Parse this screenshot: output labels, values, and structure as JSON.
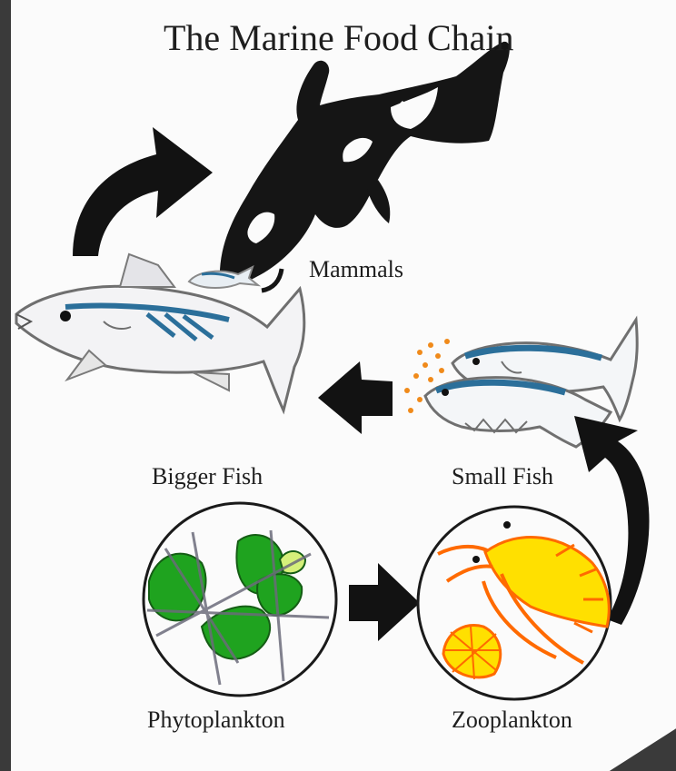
{
  "diagram": {
    "title": "The Marine Food Chain",
    "stages": {
      "mammals": "Mammals",
      "bigger_fish": "Bigger Fish",
      "small_fish": "Small Fish",
      "phytoplankton": "Phytoplankton",
      "zooplankton": "Zooplankton"
    }
  },
  "colors": {
    "background": "#3a3a3a",
    "paper": "#fbfbfb",
    "ink": "#111111",
    "fish_blue": "#2b6f9a",
    "fish_outline": "#8a8a8a",
    "plankton_green": "#1fa31f",
    "plankton_yellow": "#ffe000",
    "plankton_orange": "#ff6a00"
  }
}
